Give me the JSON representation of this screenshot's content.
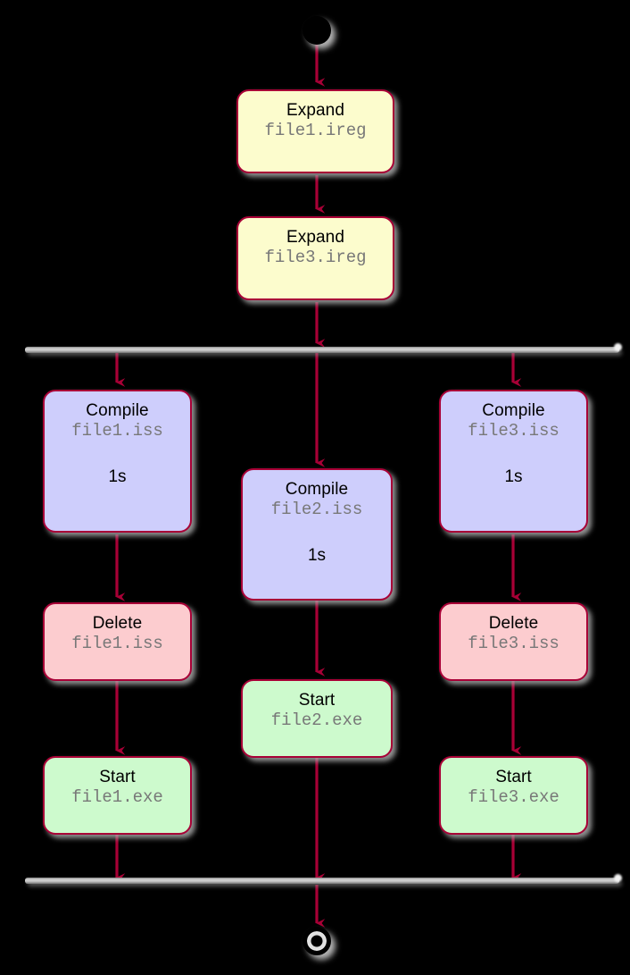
{
  "diagram": {
    "kind": "uml-activity-diagram",
    "background_color": "#000000",
    "line_color": "#A80036",
    "bar_color": "#BDBDBD",
    "start_label": "start",
    "end_label": "stop"
  },
  "nodes": {
    "expand1": {
      "title": "Expand",
      "file": "file1.ireg",
      "duration": "",
      "fill": "#FCFCCD"
    },
    "expand3": {
      "title": "Expand",
      "file": "file3.ireg",
      "duration": "",
      "fill": "#FCFCCD"
    },
    "compile1": {
      "title": "Compile",
      "file": "file1.iss",
      "duration": "1s",
      "fill": "#CECEFC"
    },
    "delete1": {
      "title": "Delete",
      "file": "file1.iss",
      "duration": "",
      "fill": "#FCCCCF"
    },
    "start1": {
      "title": "Start",
      "file": "file1.exe",
      "duration": "",
      "fill": "#CDFACD"
    },
    "compile2": {
      "title": "Compile",
      "file": "file2.iss",
      "duration": "1s",
      "fill": "#CECEFC"
    },
    "start2": {
      "title": "Start",
      "file": "file2.exe",
      "duration": "",
      "fill": "#CDFACD"
    },
    "compile3": {
      "title": "Compile",
      "file": "file3.iss",
      "duration": "1s",
      "fill": "#CECEFC"
    },
    "delete3": {
      "title": "Delete",
      "file": "file3.iss",
      "duration": "",
      "fill": "#FCCCCF"
    },
    "start3": {
      "title": "Start",
      "file": "file3.exe",
      "duration": "",
      "fill": "#CDFACD"
    }
  },
  "bars": {
    "fork_label": "fork",
    "join_label": "end fork"
  },
  "chart_data": {
    "type": "diagram",
    "title": "",
    "flow": [
      {
        "id": "start",
        "type": "start"
      },
      {
        "id": "expand1",
        "type": "action",
        "label": "Expand file1.ireg"
      },
      {
        "id": "expand3",
        "type": "action",
        "label": "Expand file3.ireg"
      },
      {
        "id": "fork",
        "type": "fork",
        "branches": 3
      },
      {
        "id": "branch-left",
        "steps": [
          "Compile file1.iss (1s)",
          "Delete file1.iss",
          "Start file1.exe"
        ]
      },
      {
        "id": "branch-center",
        "steps": [
          "Compile file2.iss (1s)",
          "Start file2.exe"
        ]
      },
      {
        "id": "branch-right",
        "steps": [
          "Compile file3.iss (1s)",
          "Delete file3.iss",
          "Start file3.exe"
        ]
      },
      {
        "id": "join",
        "type": "join"
      },
      {
        "id": "stop",
        "type": "end"
      }
    ]
  }
}
